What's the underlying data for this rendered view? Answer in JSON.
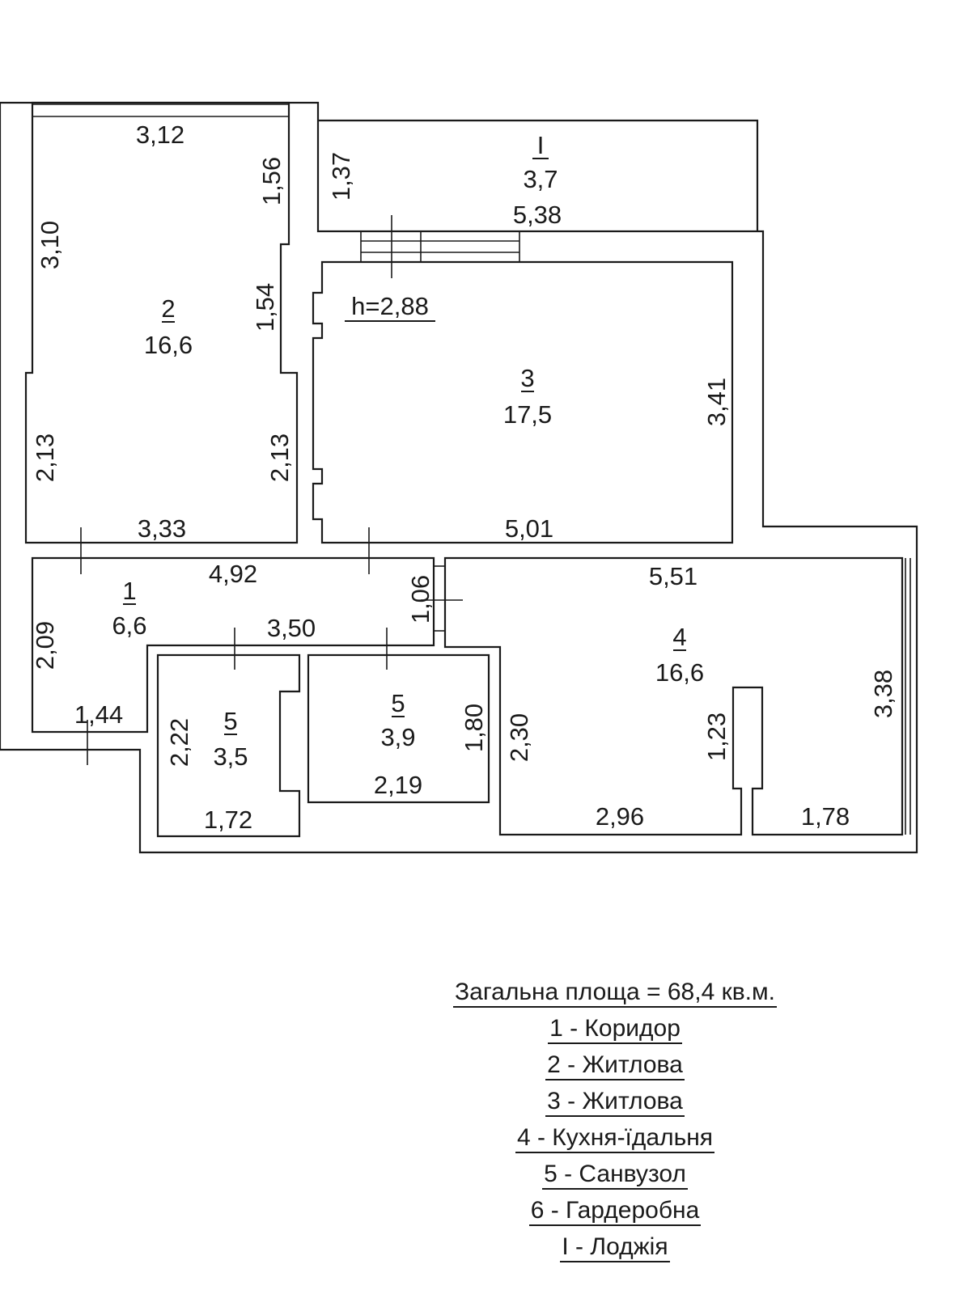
{
  "plan": {
    "rooms": [
      {
        "number": "1",
        "area": "6,6"
      },
      {
        "number": "2",
        "area": "16,6"
      },
      {
        "number": "3",
        "area": "17,5"
      },
      {
        "number": "4",
        "area": "16,6"
      },
      {
        "number": "5",
        "area": "3,5"
      },
      {
        "number": "5",
        "area": "3,9"
      },
      {
        "number": "I",
        "area": "3,7"
      }
    ],
    "ceiling_height": "h=2,88",
    "dimensions": {
      "r2_top": "3,12",
      "r2_left_upper": "3,10",
      "r2_right_upper": "1,56",
      "r2_right_mid": "1,54",
      "r2_left_lower": "2,13",
      "r2_right_lower": "2,13",
      "r2_bottom": "3,33",
      "loggia_left": "1,37",
      "loggia_bottom": "5,38",
      "r3_right": "3,41",
      "r3_bottom": "5,01",
      "corr_top": "4,92",
      "corr_mid": "3,50",
      "corr_left": "2,09",
      "corr_bottom": "1,44",
      "corr_right": "1,06",
      "r4_top": "5,51",
      "r4_right": "3,38",
      "r4_left": "2,30",
      "r4_niche": "1,23",
      "r4_bottom_left": "2,96",
      "r4_bottom_right": "1,78",
      "bath1_left": "2,22",
      "bath1_bottom": "1,72",
      "bath2_right": "1,80",
      "bath2_bottom": "2,19"
    }
  },
  "legend": {
    "total": "Загальна площа = 68,4 кв.м.",
    "items": [
      "1 - Коридор",
      "2 - Житлова",
      "3 - Житлова",
      "4 - Кухня-їдальня",
      "5 - Санвузол",
      "6 - Гардеробна",
      "I - Лоджія"
    ]
  }
}
